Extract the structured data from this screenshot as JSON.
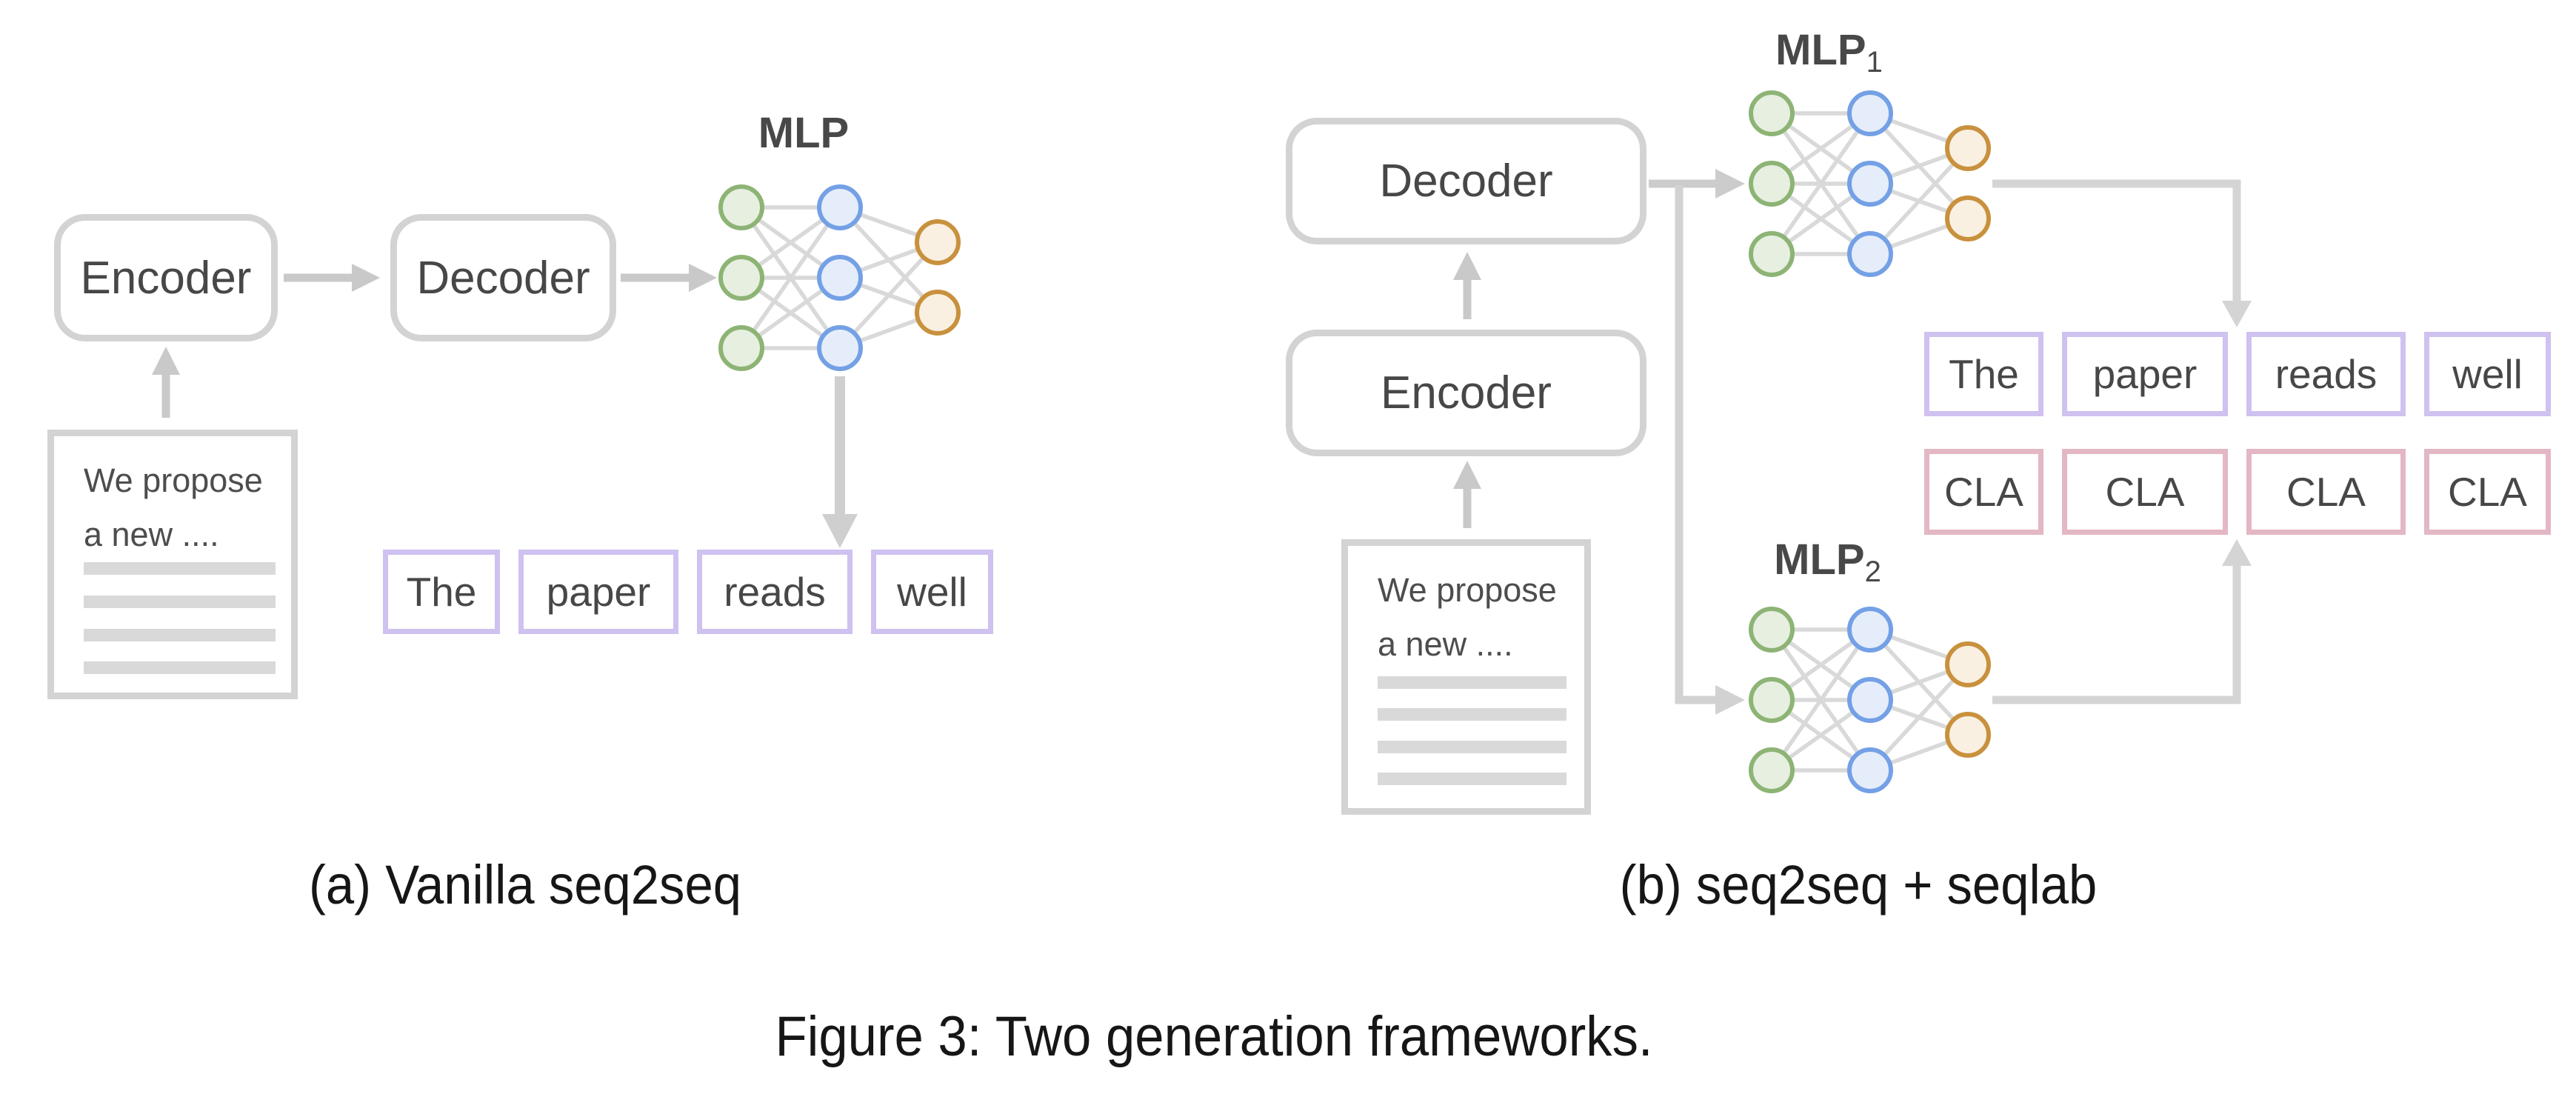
{
  "figure": {
    "caption": "Figure 3: Two generation frameworks."
  },
  "panel_a": {
    "caption": "(a) Vanilla seq2seq",
    "encoder_label": "Encoder",
    "decoder_label": "Decoder",
    "mlp_label": {
      "base": "MLP",
      "sub": ""
    },
    "document": {
      "line1": "We propose",
      "line2": "a new ...."
    },
    "tokens": [
      "The",
      "paper",
      "reads",
      "well"
    ]
  },
  "panel_b": {
    "caption": "(b) seq2seq + seqlab",
    "encoder_label": "Encoder",
    "decoder_label": "Decoder",
    "mlp1_label": {
      "base": "MLP",
      "sub": "1"
    },
    "mlp2_label": {
      "base": "MLP",
      "sub": "2"
    },
    "document": {
      "line1": "We propose",
      "line2": "a new ...."
    },
    "tokens": [
      "The",
      "paper",
      "reads",
      "well"
    ],
    "class_labels": [
      "CLA",
      "CLA",
      "CLA",
      "CLA"
    ]
  },
  "network": {
    "layers": [
      3,
      3,
      2
    ],
    "layer_roles": [
      "input",
      "hidden",
      "output"
    ]
  },
  "palette": {
    "box_border_gray": "#d3d3d3",
    "arrow_gray": "#c9c9c9",
    "elbow_gray": "#d4d4d4",
    "net_line_gray": "#d9d9d9",
    "node_green_fill": "#e7efe0",
    "node_green_stroke": "#8db475",
    "node_blue_fill": "#e5edfb",
    "node_blue_stroke": "#74a0e5",
    "node_orange_fill": "#f9f0e1",
    "node_orange_stroke": "#c9913e",
    "token_purple_border": "#cfc1f0",
    "label_pink_border": "#e3b7c3",
    "doc_bar_gray": "#d9d9d9",
    "text_dark": "#474747",
    "caption_black": "#161616"
  }
}
